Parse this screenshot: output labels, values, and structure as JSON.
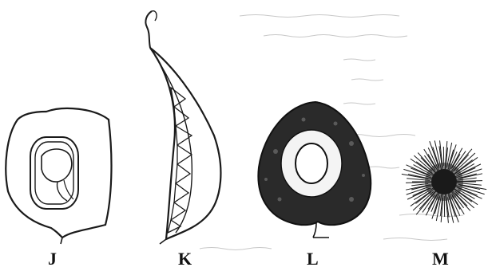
{
  "figure": {
    "labels": {
      "j": "J",
      "k": "K",
      "l": "L",
      "m": "M"
    },
    "colors": {
      "ink": "#1a1a1a",
      "background": "#ffffff",
      "faint_text": "#b8b8b8"
    }
  }
}
